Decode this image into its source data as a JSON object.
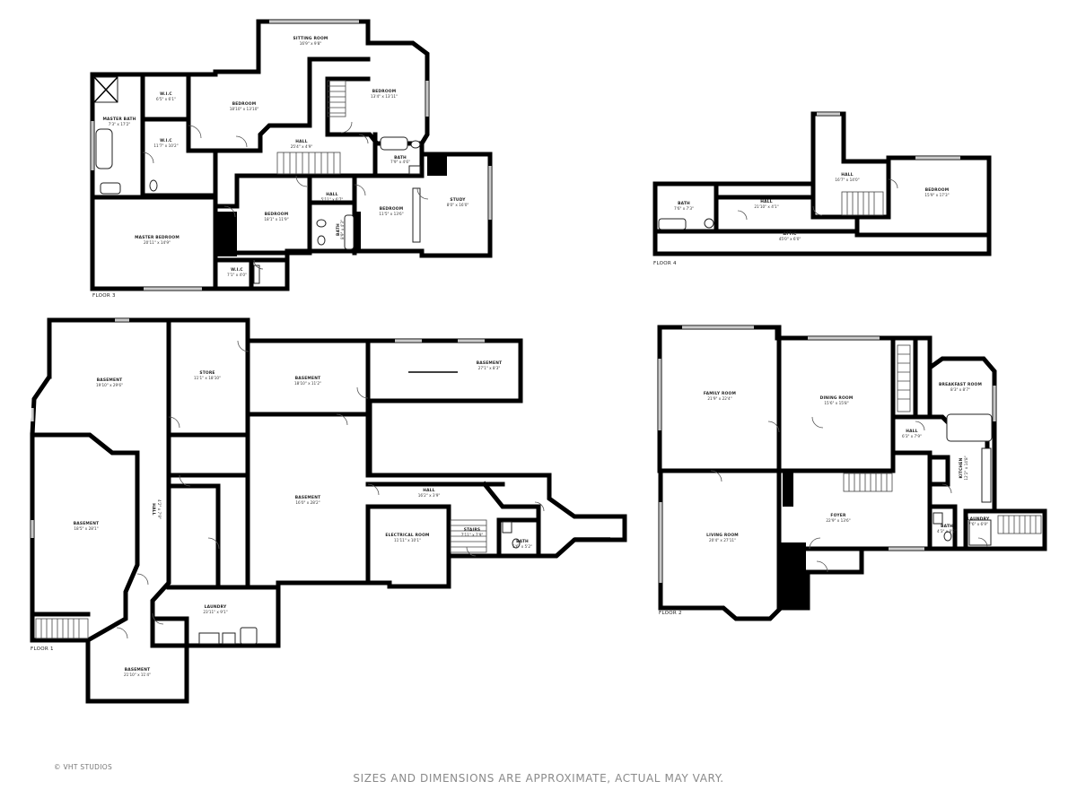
{
  "floors": {
    "floor1": {
      "label": "FLOOR 1",
      "rooms": [
        {
          "name": "BASEMENT",
          "dims": "19'10\" x 29'6\""
        },
        {
          "name": "STORE",
          "dims": "11'1\" x 18'10\""
        },
        {
          "name": "BASEMENT",
          "dims": "18'10\" x 11'2\""
        },
        {
          "name": "BASEMENT",
          "dims": "27'1\" x 8'3\""
        },
        {
          "name": "BASEMENT",
          "dims": "16'0\" x 28'2\""
        },
        {
          "name": "BASEMENT",
          "dims": "18'5\" x 28'1\""
        },
        {
          "name": "HALL",
          "dims": "4'2\" x 7'9\""
        },
        {
          "name": "HALL",
          "dims": "16'2\" x 3'9\""
        },
        {
          "name": "ELECTRICAL ROOM",
          "dims": "11'11\" x 10'1\""
        },
        {
          "name": "STAIRS",
          "dims": "7'11\" x 7'9\""
        },
        {
          "name": "BATH",
          "dims": "5'6\" x 5'2\""
        },
        {
          "name": "LAUNDRY",
          "dims": "23'11\" x 9'1\""
        },
        {
          "name": "BASEMENT",
          "dims": "21'10\" x 11'4\""
        }
      ]
    },
    "floor2": {
      "label": "FLOOR 2",
      "rooms": [
        {
          "name": "FAMILY ROOM",
          "dims": "21'9\" x 22'4\""
        },
        {
          "name": "DINING ROOM",
          "dims": "15'6\" x 15'8\""
        },
        {
          "name": "BREAKFAST ROOM",
          "dims": "8'3\" x 8'7\""
        },
        {
          "name": "HALL",
          "dims": "6'3\" x 7'9\""
        },
        {
          "name": "KITCHEN",
          "dims": "12'2\" x 14'8\""
        },
        {
          "name": "LIVING ROOM",
          "dims": "20'4\" x 27'11\""
        },
        {
          "name": "FOYER",
          "dims": "22'9\" x 13'6\""
        },
        {
          "name": "BATH",
          "dims": "4'3\" x 8'2\""
        },
        {
          "name": "LAUNDRY",
          "dims": "7'6\" x 6'9\""
        }
      ]
    },
    "floor3": {
      "label": "FLOOR 3",
      "rooms": [
        {
          "name": "SITTING ROOM",
          "dims": "16'9\" x 9'8\""
        },
        {
          "name": "BEDROOM",
          "dims": "13'4\" x 13'11\""
        },
        {
          "name": "BEDROOM",
          "dims": "18'10\" x 13'10\""
        },
        {
          "name": "W.I.C",
          "dims": "6'5\" x 6'1\""
        },
        {
          "name": "MASTER BATH",
          "dims": "7'3\" x 17'2\""
        },
        {
          "name": "W.I.C",
          "dims": "11'7\" x 10'2\""
        },
        {
          "name": "HALL",
          "dims": "25'4\" x 4'9\""
        },
        {
          "name": "BATH",
          "dims": "7'9\" x 4'6\""
        },
        {
          "name": "STUDY",
          "dims": "8'0\" x 16'0\""
        },
        {
          "name": "BEDROOM",
          "dims": "11'5\" x 13'6\""
        },
        {
          "name": "HALL",
          "dims": "5'11\" x 6'7\""
        },
        {
          "name": "BEDROOM",
          "dims": "18'1\" x 11'9\""
        },
        {
          "name": "MASTER BEDROOM",
          "dims": "20'11\" x 14'9\""
        },
        {
          "name": "BATH",
          "dims": "8'9\" x 4'3\""
        },
        {
          "name": "W.I.C",
          "dims": "7'1\" x 4'0\""
        }
      ]
    },
    "floor4": {
      "label": "FLOOR 4",
      "rooms": [
        {
          "name": "BATH",
          "dims": "7'6\" x 7'3\""
        },
        {
          "name": "HALL",
          "dims": "21'10\" x 4'1\""
        },
        {
          "name": "HALL",
          "dims": "16'7\" x 14'0\""
        },
        {
          "name": "BEDROOM",
          "dims": "15'9\" x 17'3\""
        },
        {
          "name": "ATTIC",
          "dims": "45'0\" x 6'0\""
        }
      ]
    }
  },
  "copyright": "© VHT STUDIOS",
  "disclaimer": "SIZES AND DIMENSIONS ARE APPROXIMATE, ACTUAL MAY VARY."
}
